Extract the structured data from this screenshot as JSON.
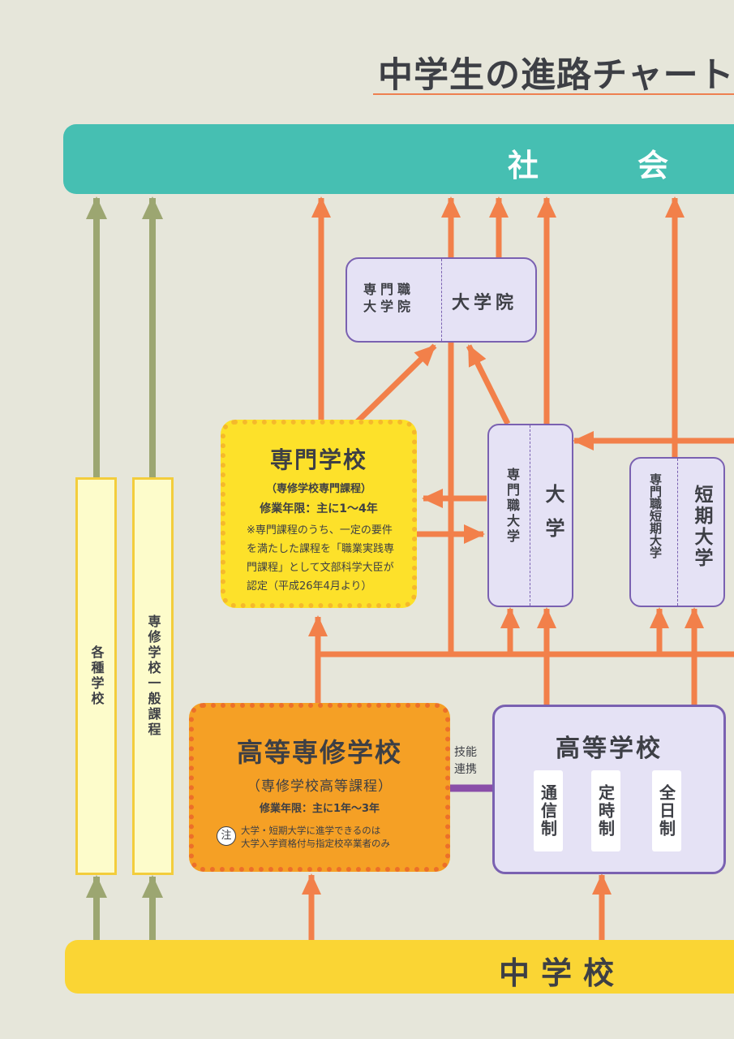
{
  "title": "中学生の進路チャート",
  "top": "社　会",
  "bottom": "中学校",
  "left_boxes": [
    "各種学校",
    "専修学校一般課程"
  ],
  "graduate": {
    "left": "専門職大学院",
    "right": "大学院"
  },
  "senmon_gakko": {
    "title": "専門学校",
    "subtitle": "（専修学校専門課程）",
    "years": "修業年限：主に1〜4年",
    "note": "※専門課程のうち、一定の要件を満たした課程を「職業実践専門課程」として文部科学大臣が認定（平成26年4月より）"
  },
  "university": {
    "left": "専門職大学",
    "right": "大学"
  },
  "junior_college": {
    "left": "専門職短期大学",
    "right": "短期大学"
  },
  "koutou_senshu": {
    "title": "高等専修学校",
    "subtitle": "（専修学校高等課程）",
    "years": "修業年限：主に1年〜3年",
    "note_mark": "注",
    "note_line1": "大学・短期大学に進学できるのは",
    "note_line2": "大学入学資格付与指定校卒業者のみ"
  },
  "link_label": [
    "技能",
    "連携"
  ],
  "high_school": {
    "title": "高等学校",
    "types": [
      "通信制",
      "定時制",
      "全日制"
    ]
  },
  "colors": {
    "background": "#e6e6da",
    "society": "#46bfb2",
    "junior_high": "#fad534",
    "arrow_orange": "#f2804a",
    "arrow_olive": "#9ca671",
    "purple": "#7a61b1",
    "lavender": "#e5e2f5"
  }
}
